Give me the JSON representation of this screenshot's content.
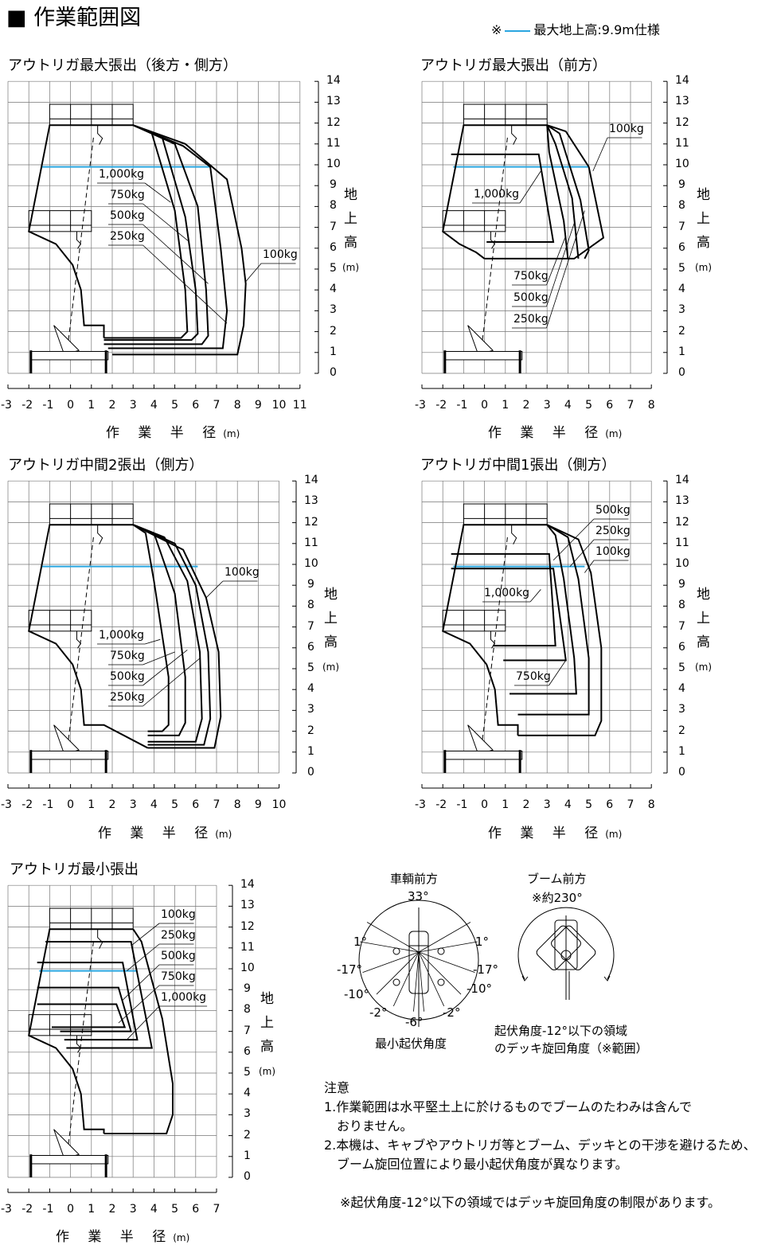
{
  "page_title": "■ 作業範囲図",
  "legend": {
    "mark": "※",
    "text": "最大地上高:9.9m仕様",
    "line_color": "#2aa6e0"
  },
  "chart_data": [
    {
      "type": "line",
      "title": "アウトリガ最大張出（後方・側方）",
      "xlabel": "作 業 半 径",
      "xunit": "(m)",
      "ylabel": [
        "地",
        "上",
        "高"
      ],
      "yunit": "(m)",
      "xlim": [
        -3,
        11
      ],
      "ylim": [
        0,
        14
      ],
      "grid": true,
      "max_height_line": {
        "y": 9.9,
        "x": [
          -1.4,
          6.7
        ]
      },
      "curves": [
        {
          "label": "1,000kg",
          "points": [
            [
              3,
              11.9
            ],
            [
              3.9,
              11.5
            ],
            [
              5,
              7.8
            ],
            [
              5.5,
              4
            ],
            [
              5.6,
              2
            ],
            [
              5.3,
              1.7
            ],
            [
              1.6,
              1.7
            ]
          ]
        },
        {
          "label": "750kg",
          "points": [
            [
              3,
              11.9
            ],
            [
              4.4,
              11.3
            ],
            [
              5.5,
              7.5
            ],
            [
              6,
              4
            ],
            [
              6.1,
              1.9
            ],
            [
              5.8,
              1.6
            ],
            [
              1.6,
              1.6
            ]
          ]
        },
        {
          "label": "500kg",
          "points": [
            [
              3,
              11.9
            ],
            [
              5,
              11
            ],
            [
              6.1,
              8
            ],
            [
              6.5,
              4
            ],
            [
              6.6,
              1.8
            ],
            [
              6.3,
              1.4
            ],
            [
              1.6,
              1.4
            ]
          ]
        },
        {
          "label": "250kg",
          "points": [
            [
              3,
              11.9
            ],
            [
              5.4,
              10.9
            ],
            [
              6.7,
              9.9
            ],
            [
              7.2,
              6
            ],
            [
              7.5,
              3
            ],
            [
              7.3,
              1.2
            ],
            [
              1.8,
              1.2
            ]
          ]
        },
        {
          "label": "100kg",
          "points": [
            [
              3,
              11.9
            ],
            [
              5.5,
              11
            ],
            [
              7.5,
              9.3
            ],
            [
              8.2,
              6
            ],
            [
              8.4,
              4.3
            ],
            [
              8.3,
              2.3
            ],
            [
              8,
              0.9
            ],
            [
              2,
              0.9
            ]
          ]
        }
      ],
      "left_boundary": [
        [
          3,
          11.9
        ],
        [
          -1,
          11.9
        ],
        [
          -2,
          6.8
        ],
        [
          -0.7,
          6.2
        ],
        [
          0.1,
          5.2
        ],
        [
          0.5,
          4
        ],
        [
          0.65,
          2.3
        ],
        [
          1.6,
          2.3
        ],
        [
          1.6,
          1.7
        ]
      ]
    },
    {
      "type": "line",
      "title": "アウトリガ最大張出（前方）",
      "xlabel": "作 業 半 径",
      "xunit": "(m)",
      "ylabel": [
        "地",
        "上",
        "高"
      ],
      "yunit": "(m)",
      "xlim": [
        -3,
        8
      ],
      "ylim": [
        0,
        14
      ],
      "grid": true,
      "max_height_line": {
        "y": 9.9,
        "x": [
          -1.5,
          5.0
        ]
      },
      "curves": [
        {
          "label": "100kg",
          "points": [
            [
              3,
              11.9
            ],
            [
              3.9,
              11.6
            ],
            [
              5,
              9.9
            ],
            [
              5.7,
              6.5
            ],
            [
              4.3,
              5.5
            ],
            [
              0,
              5.5
            ]
          ]
        },
        {
          "label": "1,000kg",
          "points": [
            [
              -1.6,
              10.5
            ],
            [
              2.6,
              10.5
            ],
            [
              3.3,
              6.3
            ],
            [
              0.1,
              6.3
            ]
          ]
        },
        {
          "label": "750kg",
          "points": [
            [
              3,
              11.9
            ],
            [
              3.1,
              10.6
            ],
            [
              3.8,
              7.3
            ],
            [
              4,
              5.5
            ]
          ]
        },
        {
          "label": "500kg",
          "points": [
            [
              3,
              11.9
            ],
            [
              3.4,
              11
            ],
            [
              4.2,
              8.4
            ],
            [
              4.5,
              5.5
            ]
          ]
        },
        {
          "label": "250kg",
          "points": [
            [
              3,
              11.9
            ],
            [
              3.6,
              11.5
            ],
            [
              4.6,
              8.3
            ],
            [
              5,
              5.9
            ],
            [
              4.8,
              5.5
            ]
          ]
        }
      ],
      "left_boundary": [
        [
          3,
          11.9
        ],
        [
          -1,
          11.9
        ],
        [
          -2,
          6.8
        ],
        [
          -1.2,
          6.2
        ],
        [
          -0.4,
          5.8
        ],
        [
          0,
          5.5
        ]
      ]
    },
    {
      "type": "line",
      "title": "アウトリガ中間2張出（側方）",
      "xlabel": "作 業 半 径",
      "xunit": "(m)",
      "ylabel": [
        "地",
        "上",
        "高"
      ],
      "yunit": "(m)",
      "xlim": [
        -3,
        10
      ],
      "ylim": [
        0,
        14
      ],
      "grid": true,
      "max_height_line": {
        "y": 9.9,
        "x": [
          -1.4,
          6.1
        ]
      },
      "curves": [
        {
          "label": "100kg",
          "points": [
            [
              3,
              11.9
            ],
            [
              5.4,
              10.7
            ],
            [
              6.5,
              8.4
            ],
            [
              7.1,
              5.8
            ],
            [
              7.2,
              2.7
            ],
            [
              6.9,
              1.2
            ],
            [
              3.7,
              1.2
            ]
          ]
        },
        {
          "label": "1,000kg",
          "points": [
            [
              3,
              11.9
            ],
            [
              3.6,
              11.5
            ],
            [
              4,
              9.2
            ],
            [
              4.7,
              4.6
            ],
            [
              4.7,
              2.3
            ],
            [
              4.4,
              2
            ],
            [
              3.7,
              2
            ]
          ]
        },
        {
          "label": "750kg",
          "points": [
            [
              3,
              11.9
            ],
            [
              4,
              11.5
            ],
            [
              5,
              8.6
            ],
            [
              5.5,
              4.6
            ],
            [
              5.5,
              2.4
            ],
            [
              5.2,
              1.8
            ],
            [
              3.7,
              1.8
            ]
          ]
        },
        {
          "label": "500kg",
          "points": [
            [
              3,
              11.9
            ],
            [
              4.5,
              11.3
            ],
            [
              5.6,
              9.2
            ],
            [
              6.2,
              5.8
            ],
            [
              6.3,
              2.6
            ],
            [
              6,
              1.5
            ],
            [
              3.7,
              1.5
            ]
          ]
        },
        {
          "label": "250kg",
          "points": [
            [
              3,
              11.9
            ],
            [
              5,
              11
            ],
            [
              6,
              9
            ],
            [
              6.6,
              5.8
            ],
            [
              6.7,
              2.6
            ],
            [
              6.4,
              1.35
            ],
            [
              3.7,
              1.35
            ]
          ]
        }
      ],
      "left_boundary": [
        [
          3,
          11.9
        ],
        [
          -1,
          11.9
        ],
        [
          -2,
          6.8
        ],
        [
          -0.7,
          6.2
        ],
        [
          0.1,
          5.2
        ],
        [
          0.5,
          4
        ],
        [
          0.65,
          2.3
        ],
        [
          1.6,
          2.3
        ],
        [
          3.7,
          1.2
        ]
      ]
    },
    {
      "type": "line",
      "title": "アウトリガ中間1張出（側方）",
      "xlabel": "作 業 半 径",
      "xunit": "(m)",
      "ylabel": [
        "地",
        "上",
        "高"
      ],
      "yunit": "(m)",
      "xlim": [
        -3,
        8
      ],
      "ylim": [
        0,
        14
      ],
      "grid": true,
      "max_height_line": {
        "y": 9.9,
        "x": [
          -1.5,
          4.8
        ]
      },
      "curves": [
        {
          "label": "500kg",
          "points": [
            [
              3,
              11.9
            ],
            [
              3.4,
              11.4
            ],
            [
              3.8,
              9.3
            ],
            [
              4.3,
              5.5
            ],
            [
              4.4,
              3.8
            ],
            [
              1.2,
              3.8
            ]
          ]
        },
        {
          "label": "250kg",
          "points": [
            [
              3,
              11.9
            ],
            [
              4,
              11.3
            ],
            [
              4.5,
              9.3
            ],
            [
              5,
              5.5
            ],
            [
              5,
              2.8
            ],
            [
              1.6,
              2.8
            ]
          ]
        },
        {
          "label": "100kg",
          "points": [
            [
              3,
              11.9
            ],
            [
              4.5,
              11.2
            ],
            [
              5.1,
              9.6
            ],
            [
              5.6,
              6
            ],
            [
              5.6,
              2.5
            ],
            [
              5.3,
              1.8
            ],
            [
              1.6,
              1.8
            ]
          ]
        },
        {
          "label": "1,000kg",
          "points": [
            [
              -1.6,
              10.5
            ],
            [
              3.1,
              10.5
            ],
            [
              3.4,
              6.1
            ],
            [
              0.4,
              6.1
            ]
          ]
        },
        {
          "label": "750kg",
          "points": [
            [
              -1.6,
              9.8
            ],
            [
              3.3,
              9.8
            ],
            [
              3.9,
              5.4
            ],
            [
              0.9,
              5.4
            ]
          ]
        }
      ],
      "left_boundary": [
        [
          3,
          11.9
        ],
        [
          -1,
          11.9
        ],
        [
          -2,
          6.8
        ],
        [
          -0.7,
          6.2
        ],
        [
          0.1,
          5.2
        ],
        [
          0.5,
          4
        ],
        [
          0.65,
          2.3
        ],
        [
          1.6,
          2.3
        ],
        [
          1.6,
          1.8
        ]
      ]
    },
    {
      "type": "line",
      "title": "アウトリガ最小張出",
      "xlabel": "作 業 半 径",
      "xunit": "(m)",
      "ylabel": [
        "地",
        "上",
        "高"
      ],
      "yunit": "(m)",
      "xlim": [
        -3,
        7
      ],
      "ylim": [
        0,
        14
      ],
      "grid": true,
      "max_height_line": {
        "y": 9.9,
        "x": [
          -1.5,
          3.2
        ]
      },
      "curves": [
        {
          "label": "100kg",
          "points": [
            [
              3,
              11.9
            ],
            [
              3.4,
              11.3
            ],
            [
              4.4,
              7.6
            ],
            [
              4.9,
              4.5
            ],
            [
              4.9,
              3
            ],
            [
              4.6,
              2.1
            ],
            [
              1.6,
              2.1
            ]
          ]
        },
        {
          "label": "250kg",
          "points": [
            [
              -1.2,
              11.3
            ],
            [
              2.9,
              11.3
            ],
            [
              3.9,
              6.2
            ],
            [
              -0.2,
              6.2
            ]
          ]
        },
        {
          "label": "500kg",
          "points": [
            [
              -1.6,
              10.3
            ],
            [
              2.5,
              10.3
            ],
            [
              3.2,
              6.6
            ],
            [
              -0.3,
              6.6
            ]
          ]
        },
        {
          "label": "750kg",
          "points": [
            [
              -1.6,
              9.1
            ],
            [
              2.3,
              9.1
            ],
            [
              2.9,
              7
            ],
            [
              -0.5,
              7
            ]
          ]
        },
        {
          "label": "1,000kg",
          "points": [
            [
              -1.6,
              8.3
            ],
            [
              2.2,
              8.3
            ],
            [
              2.6,
              7.2
            ],
            [
              -0.9,
              7.2
            ]
          ]
        }
      ],
      "left_boundary": [
        [
          3,
          11.9
        ],
        [
          -1,
          11.9
        ],
        [
          -2,
          6.8
        ],
        [
          -0.7,
          6.2
        ],
        [
          0.1,
          5.2
        ],
        [
          0.5,
          4
        ],
        [
          0.65,
          2.3
        ],
        [
          1.6,
          2.3
        ],
        [
          1.6,
          2.1
        ]
      ]
    }
  ],
  "swing": {
    "left": {
      "top_label": "車輌前方",
      "top_angle": "33°",
      "angles": [
        "1°",
        "1°",
        "-17°",
        "-17°",
        "-10°",
        "-10°",
        "-2°",
        "-2°",
        "-6°"
      ],
      "caption": "最小起伏角度"
    },
    "right": {
      "top_label": "ブーム前方",
      "top_angle": "※約230°",
      "caption_lines": [
        "起伏角度-12°以下の領域",
        "のデッキ旋回角度（※範囲）"
      ]
    }
  },
  "notes": {
    "title": "注意",
    "items": [
      "1.作業範囲は水平堅土上に於けるものでブームのたわみは含んで",
      "　おりません。",
      "2.本機は、キャブやアウトリガ等とブーム、デッキとの干渉を避けるため、",
      "　ブーム旋回位置により最小起伏角度が異なります。"
    ],
    "footnote": "※起伏角度-12°以下の領域ではデッキ旋回角度の制限があります。"
  }
}
